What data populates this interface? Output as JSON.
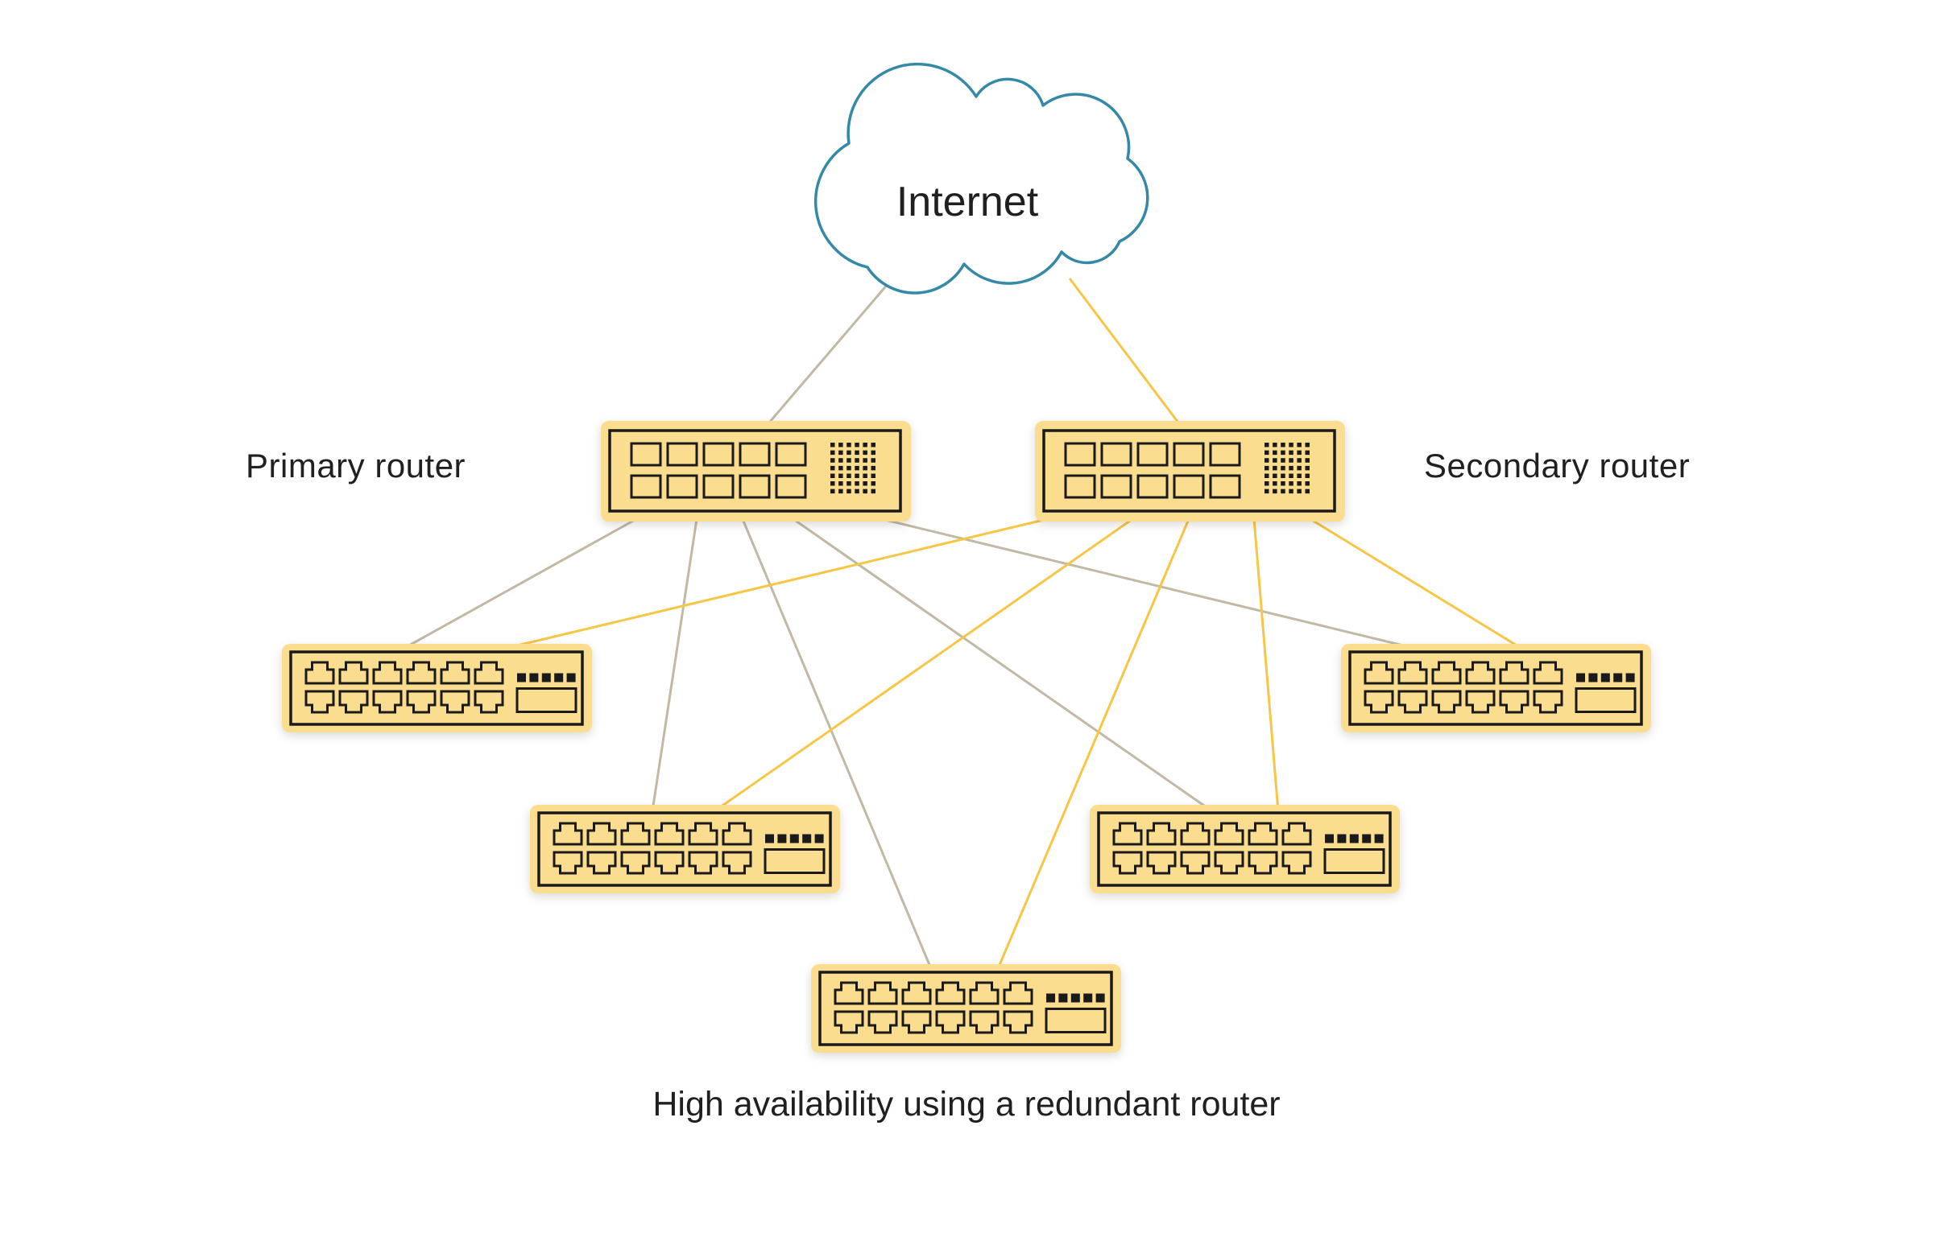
{
  "labels": {
    "internet": "Internet",
    "primary_router": "Primary router",
    "secondary_router": "Secondary router",
    "caption": "High availability using a redundant router"
  },
  "nodes": [
    {
      "id": "internet",
      "type": "cloud",
      "label": "Internet"
    },
    {
      "id": "primary-router",
      "type": "router",
      "label": "Primary router"
    },
    {
      "id": "secondary-router",
      "type": "router",
      "label": "Secondary router"
    },
    {
      "id": "switch-left",
      "type": "switch",
      "label": ""
    },
    {
      "id": "switch-center-left",
      "type": "switch",
      "label": ""
    },
    {
      "id": "switch-bottom",
      "type": "switch",
      "label": ""
    },
    {
      "id": "switch-center-right",
      "type": "switch",
      "label": ""
    },
    {
      "id": "switch-right",
      "type": "switch",
      "label": ""
    }
  ],
  "edges": [
    {
      "from": "internet",
      "to": "primary-router",
      "color_role": "primary"
    },
    {
      "from": "internet",
      "to": "secondary-router",
      "color_role": "secondary"
    },
    {
      "from": "primary-router",
      "to": "switch-left",
      "color_role": "primary"
    },
    {
      "from": "primary-router",
      "to": "switch-center-left",
      "color_role": "primary"
    },
    {
      "from": "primary-router",
      "to": "switch-bottom",
      "color_role": "primary"
    },
    {
      "from": "primary-router",
      "to": "switch-center-right",
      "color_role": "primary"
    },
    {
      "from": "primary-router",
      "to": "switch-right",
      "color_role": "primary"
    },
    {
      "from": "secondary-router",
      "to": "switch-left",
      "color_role": "secondary"
    },
    {
      "from": "secondary-router",
      "to": "switch-center-left",
      "color_role": "secondary"
    },
    {
      "from": "secondary-router",
      "to": "switch-bottom",
      "color_role": "secondary"
    },
    {
      "from": "secondary-router",
      "to": "switch-center-right",
      "color_role": "secondary"
    },
    {
      "from": "secondary-router",
      "to": "switch-right",
      "color_role": "secondary"
    }
  ],
  "colors": {
    "background": "#FFFFFF",
    "device_fill": "#FBDD8F",
    "device_stroke": "#1A1A1A",
    "wire_primary": "#C2B9A5",
    "wire_secondary": "#F8C645",
    "cloud_stroke": "#3489A8",
    "text": "#202020"
  }
}
